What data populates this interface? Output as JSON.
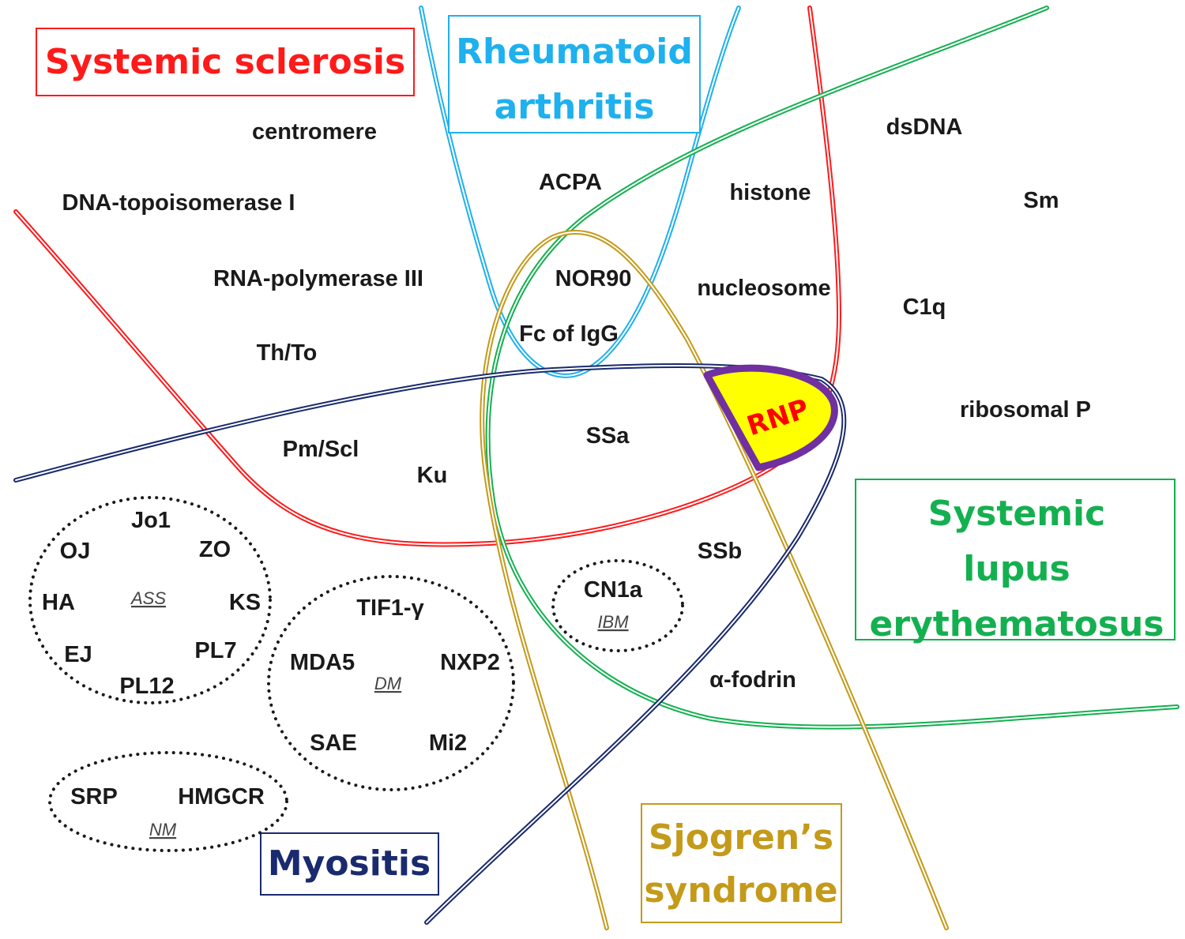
{
  "colors": {
    "systemic_sclerosis": "#ff1a1a",
    "rheumatoid_arthritis": "#1fb0ee",
    "sle": "#14b050",
    "myositis": "#1a2a6e",
    "sjogren": "#c49a1a",
    "rnp_fill": "#ffff00",
    "rnp_border": "#7030a0",
    "rnp_text": "#ff0000",
    "antigen_text": "#1a1a1a"
  },
  "diseases": {
    "systemic_sclerosis": {
      "label": "Systemic sclerosis"
    },
    "rheumatoid_arthritis": {
      "line1": "Rheumatoid",
      "line2": "arthritis"
    },
    "sle": {
      "line1": "Systemic",
      "line2": "lupus",
      "line3": "erythematosus"
    },
    "myositis": {
      "label": "Myositis"
    },
    "sjogren": {
      "line1": "Sjogren’s",
      "line2": "syndrome"
    }
  },
  "overlap": {
    "label": "RNP"
  },
  "antigens": {
    "centromere": "centromere",
    "dna_topo": "DNA-topoisomerase I",
    "rna_pol": "RNA-polymerase III",
    "thto": "Th/To",
    "pmscl": "Pm/Scl",
    "ku": "Ku",
    "acpa": "ACPA",
    "nor90": "NOR90",
    "fc_igg": "Fc of IgG",
    "histone": "histone",
    "nucleosome": "nucleosome",
    "dsdna": "dsDNA",
    "sm": "Sm",
    "c1q": "C1q",
    "ribosomal_p": "ribosomal P",
    "ssa": "SSa",
    "ssb": "SSb",
    "alpha_fodrin": "α-fodrin"
  },
  "myositis_groups": {
    "ass": {
      "name": "ASS",
      "items": [
        "Jo1",
        "OJ",
        "ZO",
        "HA",
        "KS",
        "EJ",
        "PL7",
        "PL12"
      ]
    },
    "dm": {
      "name": "DM",
      "items": [
        "TIF1-γ",
        "MDA5",
        "NXP2",
        "SAE",
        "Mi2"
      ]
    },
    "nm": {
      "name": "NM",
      "items": [
        "SRP",
        "HMGCR"
      ]
    },
    "ibm": {
      "name": "IBM",
      "items": [
        "CN1a"
      ]
    }
  }
}
